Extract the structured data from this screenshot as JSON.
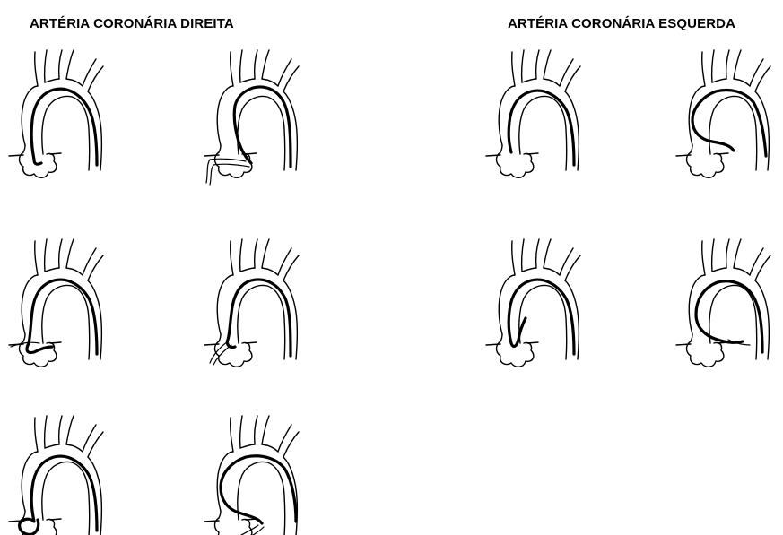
{
  "headings": {
    "right_coronary": "ARTÉRIA CORONÁRIA DIREITA",
    "left_coronary": "ARTÉRIA CORONÁRIA ESQUERDA"
  },
  "panels": {
    "right_coronary": [
      {
        "id": "rca-1"
      },
      {
        "id": "rca-2"
      },
      {
        "id": "rca-3"
      },
      {
        "id": "rca-4"
      },
      {
        "id": "rca-5"
      },
      {
        "id": "rca-6"
      }
    ],
    "left_coronary": [
      {
        "id": "lca-1"
      },
      {
        "id": "lca-2"
      },
      {
        "id": "lca-3"
      },
      {
        "id": "lca-4"
      }
    ]
  }
}
